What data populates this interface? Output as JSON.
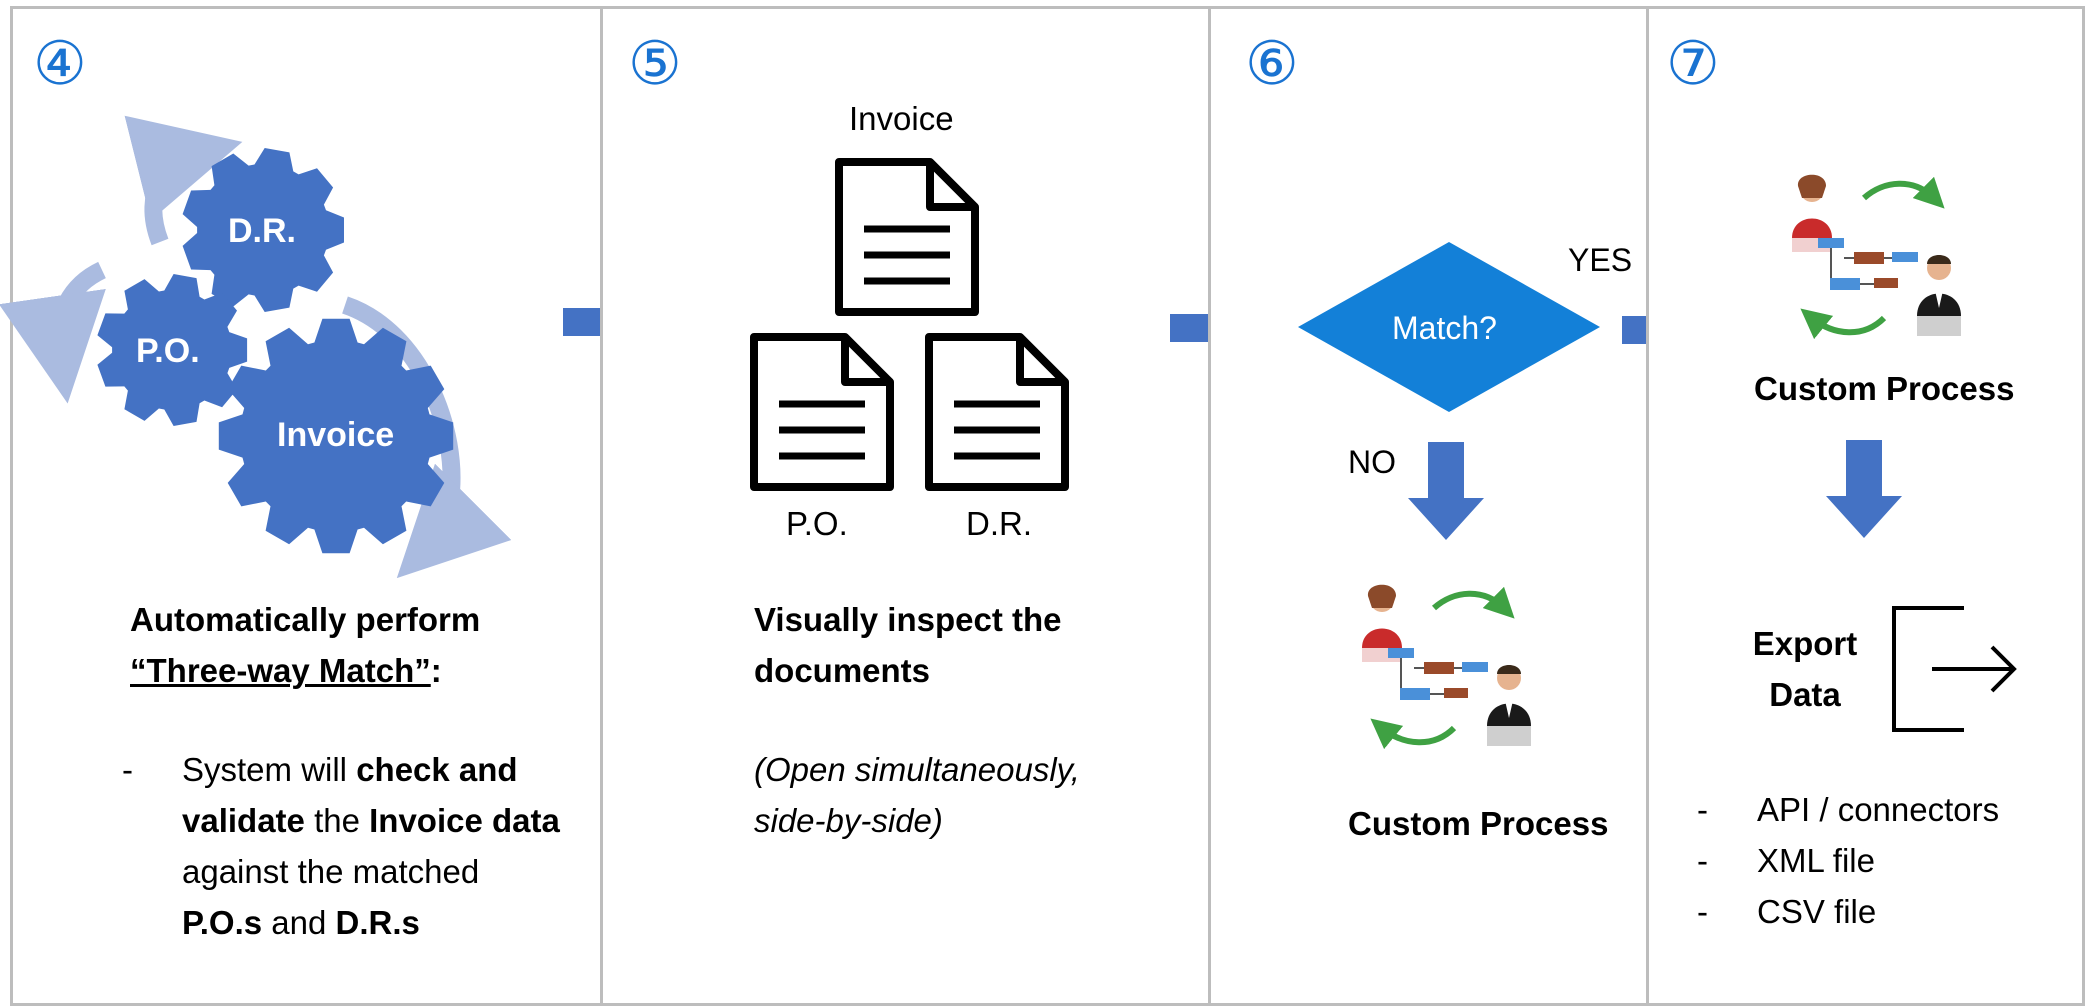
{
  "colors": {
    "accent": "#4472c4",
    "arrow_light": "#aabbe0",
    "step_number": "#1a73d1",
    "decision": "#1380d8"
  },
  "step4": {
    "number": "④",
    "gear_dr": "D.R.",
    "gear_po": "P.O.",
    "gear_invoice": "Invoice",
    "heading_line1": "Automatically perform",
    "heading_line2": "“Three-way Match”",
    "heading_colon": ":",
    "bullet": {
      "t1": "System will ",
      "b1": "check and validate",
      "t2": " the ",
      "b2": "Invoice data",
      "t3": " against the matched ",
      "b3": "P.O.s",
      "t4": " and ",
      "b4": "D.R.s"
    }
  },
  "step5": {
    "number": "⑤",
    "doc_invoice_label": "Invoice",
    "doc_po_label": "P.O.",
    "doc_dr_label": "D.R.",
    "heading_line1": "Visually inspect the",
    "heading_line2": "documents",
    "note_line1": "(Open simultaneously,",
    "note_line2": "side-by-side)"
  },
  "step6": {
    "number": "⑥",
    "decision_label": "Match?",
    "yes_label": "YES",
    "no_label": "NO",
    "process_label": "Custom Process",
    "process_icon": "workflow-people-icon"
  },
  "step7": {
    "number": "⑦",
    "process_label": "Custom Process",
    "process_icon": "workflow-people-icon",
    "export_line1": "Export",
    "export_line2": "Data",
    "export_icon": "export-arrow-icon",
    "options": [
      "API / connectors",
      "XML file",
      "CSV file"
    ]
  }
}
